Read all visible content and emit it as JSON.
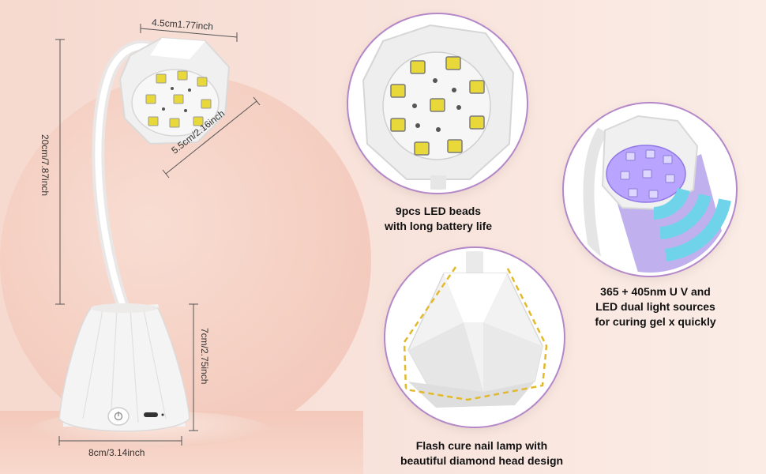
{
  "dimensions": {
    "head_width": "4.5cm1.77inch",
    "head_diagonal": "5.5cm/2.16inch",
    "total_height": "20cm/7.87inch",
    "base_height": "7cm/2.75inch",
    "base_width": "8cm/3.14inch"
  },
  "features": [
    {
      "line1": "9pcs LED beads",
      "line2": "with long battery life"
    },
    {
      "line1": "365 + 405nm U V and",
      "line2": "LED dual light sources",
      "line3": "for curing gel x quickly"
    },
    {
      "line1": "Flash cure nail lamp with",
      "line2": "beautiful diamond head design"
    }
  ],
  "colors": {
    "circle_ring": "#b487c9",
    "led_yellow": "#e8d83a",
    "uv_purple": "#7a55d8",
    "uv_wave": "#6fd3ea",
    "dashed_outline": "#e2b92a"
  }
}
